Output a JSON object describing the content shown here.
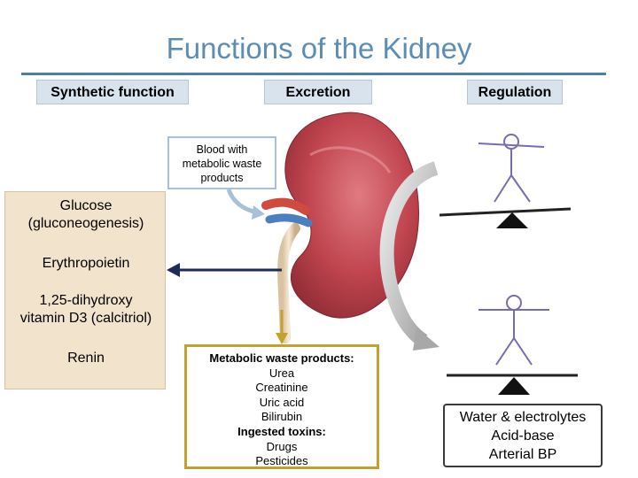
{
  "title": "Functions of the Kidney",
  "headers": {
    "synthetic": "Synthetic function",
    "excretion": "Excretion",
    "regulation": "Regulation"
  },
  "blood_label": [
    "Blood with",
    "metabolic waste",
    "products"
  ],
  "synthetic_items": [
    [
      "Glucose",
      "(gluconeogenesis)"
    ],
    [
      "Erythropoietin"
    ],
    [
      "1,25-dihydroxy",
      "vitamin D3 (calcitriol)"
    ],
    [
      "Renin"
    ]
  ],
  "excretion": {
    "waste_heading": "Metabolic waste products:",
    "waste_items": [
      "Urea",
      "Creatinine",
      "Uric acid",
      "Bilirubin"
    ],
    "toxins_heading": "Ingested toxins:",
    "toxin_items": [
      "Drugs",
      "Pesticides"
    ]
  },
  "regulation_items": [
    "Water & electrolytes",
    "Acid-base",
    "Arterial BP"
  ],
  "colors": {
    "title": "#5b8db5",
    "kidney": "#c0454f",
    "synthetic_box": "#f2e3cd",
    "excretion_border": "#c4a02c",
    "arrow_navy": "#1e2a5a"
  },
  "icons": [
    "kidney-illustration",
    "balance-scale-icon",
    "human-figure-icon",
    "curved-arrow-icon"
  ]
}
